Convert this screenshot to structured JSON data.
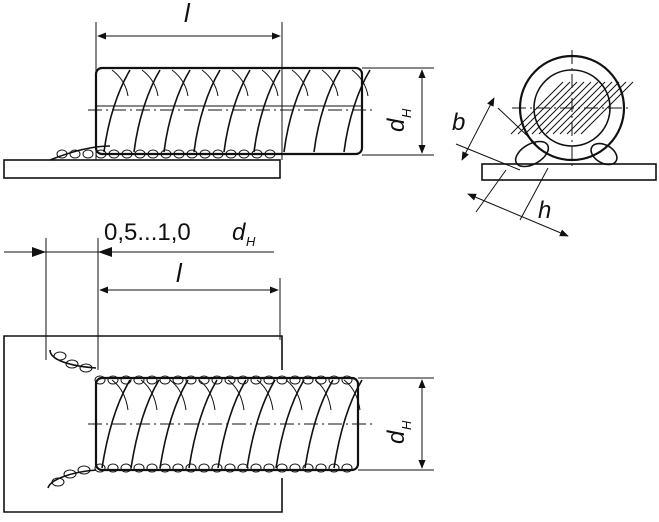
{
  "figure": {
    "top_joint": {
      "length_label": "l",
      "diameter_label_main": "d",
      "diameter_label_sub": "H"
    },
    "cross_section": {
      "weld_width_label": "b",
      "weld_height_label": "h"
    },
    "bottom_joint": {
      "offset_label_main": "0,5...1,0",
      "offset_label_var": "d",
      "offset_label_sub": "H",
      "length_label": "l",
      "diameter_label_main": "d",
      "diameter_label_sub": "H"
    }
  },
  "colors": {
    "ink": "#111111",
    "paper": "#ffffff"
  }
}
